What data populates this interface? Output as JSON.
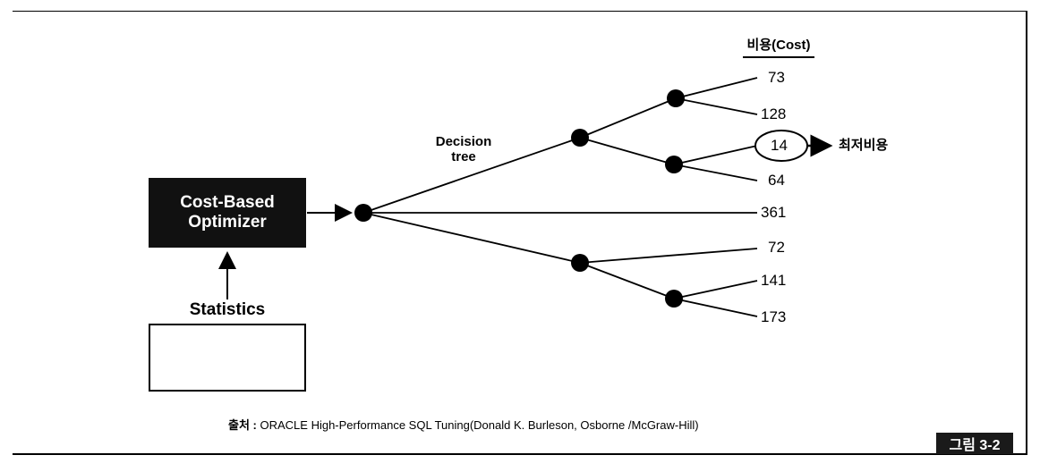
{
  "optimizer": {
    "line1": "Cost-Based",
    "line2": "Optimizer"
  },
  "statistics_label": "Statistics",
  "decision_tree": {
    "line1": "Decision",
    "line2": "tree"
  },
  "cost_header": "비용(Cost)",
  "leaf_costs": [
    "73",
    "128",
    "14",
    "64",
    "361",
    "72",
    "141",
    "173"
  ],
  "min_cost_label": "최저비용",
  "source": {
    "key": "출처 :",
    "text": "ORACLE High-Performance SQL Tuning(Donald K. Burleson, Osborne /McGraw-Hill)"
  },
  "figure_label": "그림 3-2"
}
